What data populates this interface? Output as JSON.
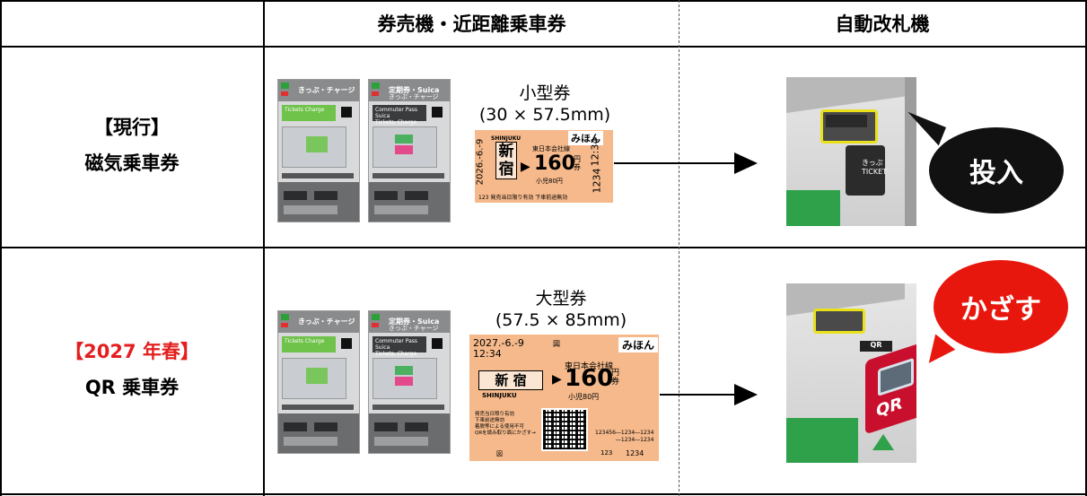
{
  "headers": {
    "machine_col": "券売機・近距離乗車券",
    "gate_col": "自動改札機"
  },
  "rows": [
    {
      "label_line1": "【現行】",
      "label_line2": "磁気乗車券",
      "size_label": "小型券",
      "size_dims": "(30 × 57.5mm)",
      "gate_action": "投入"
    },
    {
      "label_line1": "【2027 年春】",
      "label_line2": "QR 乗車券",
      "size_label": "大型券",
      "size_dims": "(57.5 × 85mm)",
      "gate_action": "かざす"
    }
  ],
  "machines": {
    "green": {
      "title": "きっぷ・チャージ",
      "panel": "Tickets\nCharge"
    },
    "dark": {
      "title1": "定期券・Suica",
      "title2": "きっぷ・チャージ",
      "panel": "Commuter Pass\nSuica\nTickets, Charge"
    }
  },
  "ticket_small": {
    "station_en": "SHINJUKU",
    "badge": "みほん",
    "date": "2026.-6.-9",
    "station": "新宿",
    "line": "東日本会社線",
    "fare": "160",
    "yen": "円券",
    "child": "小児80円",
    "time": "12:34",
    "number": "1234",
    "footer": "123 発売当日限り有効 下車前途無効"
  },
  "ticket_large": {
    "date": "2027.-6.-9",
    "time": "12:34",
    "badge": "みほん",
    "line": "東日本会社線",
    "station": "新 宿",
    "station_en": "SHINJUKU",
    "fare": "160",
    "yen": "円券",
    "child": "小児80円",
    "notes": "発売当日限り有効\n下車前途無効\n着脱等による使用不可\nQRを読み取り面にかざす→",
    "serial": "123456―1234―1234\n―1234―1234",
    "footer_left": "123",
    "footer_right": "1234",
    "mark": "図"
  },
  "gate_labels": {
    "small_text": "きっぷ\nTICKET",
    "qr": "QR"
  },
  "colors": {
    "highlight_red": "#e41e1e",
    "ticket_bg": "#f5b98b",
    "bubble_black": "#111111",
    "bubble_red": "#e8170d",
    "gate_green": "#2fa14a"
  }
}
